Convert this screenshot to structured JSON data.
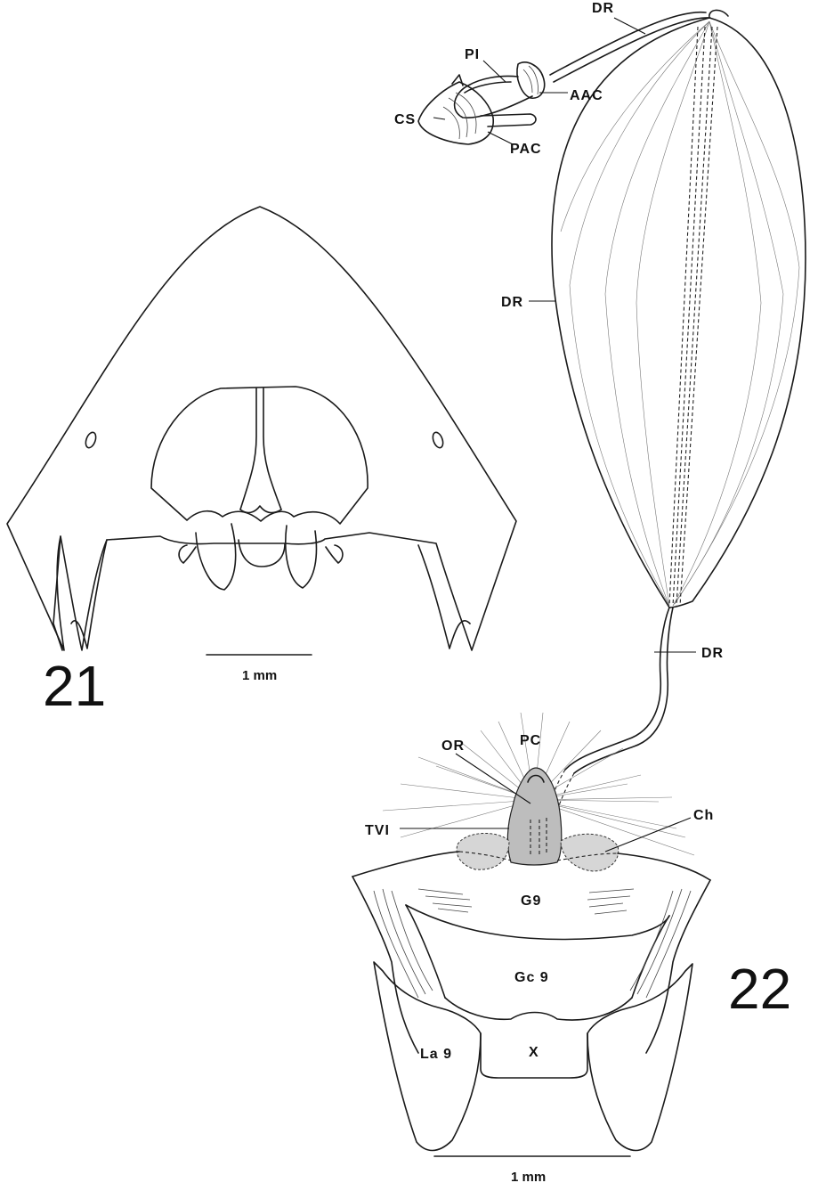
{
  "figures": {
    "fig21": {
      "number": "21",
      "scale_label": "1 mm"
    },
    "fig22": {
      "number": "22",
      "scale_label": "1 mm"
    }
  },
  "labels": {
    "dr_top": "DR",
    "pi": "PI",
    "aac": "AAC",
    "cs": "CS",
    "pac": "PAC",
    "dr_mid": "DR",
    "dr_low": "DR",
    "or": "OR",
    "pc": "PC",
    "tvi": "TVI",
    "ch": "Ch",
    "g9": "G9",
    "gc9": "Gc 9",
    "la9": "La 9",
    "x": "X"
  }
}
